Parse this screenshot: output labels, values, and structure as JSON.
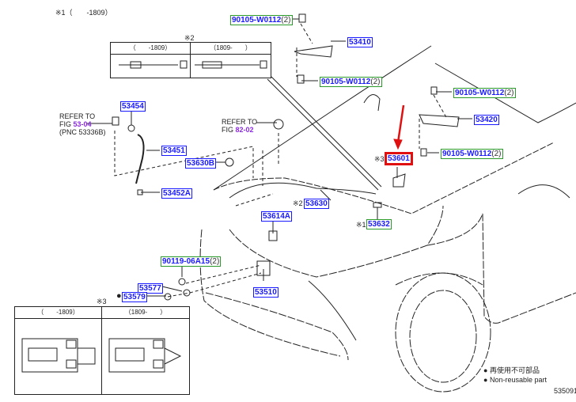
{
  "notes": {
    "note1": "※1（　　-1809）",
    "note2": "※2",
    "note3": "※3"
  },
  "table2": {
    "col1": "（　　-1809）",
    "col2": "（1809-　　）"
  },
  "table3": {
    "col1": "（　　-1809）",
    "col2": "（1809-　　）"
  },
  "parts": {
    "bolt_top": "90105-W0112",
    "bolt_top_qty": "(2)",
    "p53410": "53410",
    "bolt_mid": "90105-W0112",
    "bolt_mid_qty": "(2)",
    "bolt_right_top": "90105-W0112",
    "bolt_right_top_qty": "(2)",
    "p53420": "53420",
    "bolt_right_bot": "90105-W0112",
    "bolt_right_bot_qty": "(2)",
    "p53454": "53454",
    "p53451": "53451",
    "p53630B": "53630B",
    "p53601_mark": "※3",
    "p53601": "53601",
    "p53452A": "53452A",
    "p53630_mark": "※2",
    "p53630": "53630",
    "p53614A": "53614A",
    "p53632_mark": "※1",
    "p53632": "53632",
    "bolt_90119": "90119-06A15",
    "bolt_90119_qty": "(2)",
    "p53577": "53577",
    "p53579": "53579",
    "p53510": "53510"
  },
  "refs": {
    "ref1_line1": "REFER TO",
    "ref1_fig": "FIG",
    "ref1_num": "53-04",
    "ref1_pnc": "(PNC 53336B)",
    "ref2_line1": "REFER TO",
    "ref2_fig": "FIG",
    "ref2_num": "82-02"
  },
  "legend": {
    "bullet": "●",
    "jp": "再使用不可部品",
    "en": "Non-reusable part"
  },
  "diagram_id": "535091",
  "colors": {
    "part_box": "#1a1aff",
    "std_part_box": "#2a9a2a",
    "highlight": "#e01010",
    "ref": "#8a2be2"
  }
}
